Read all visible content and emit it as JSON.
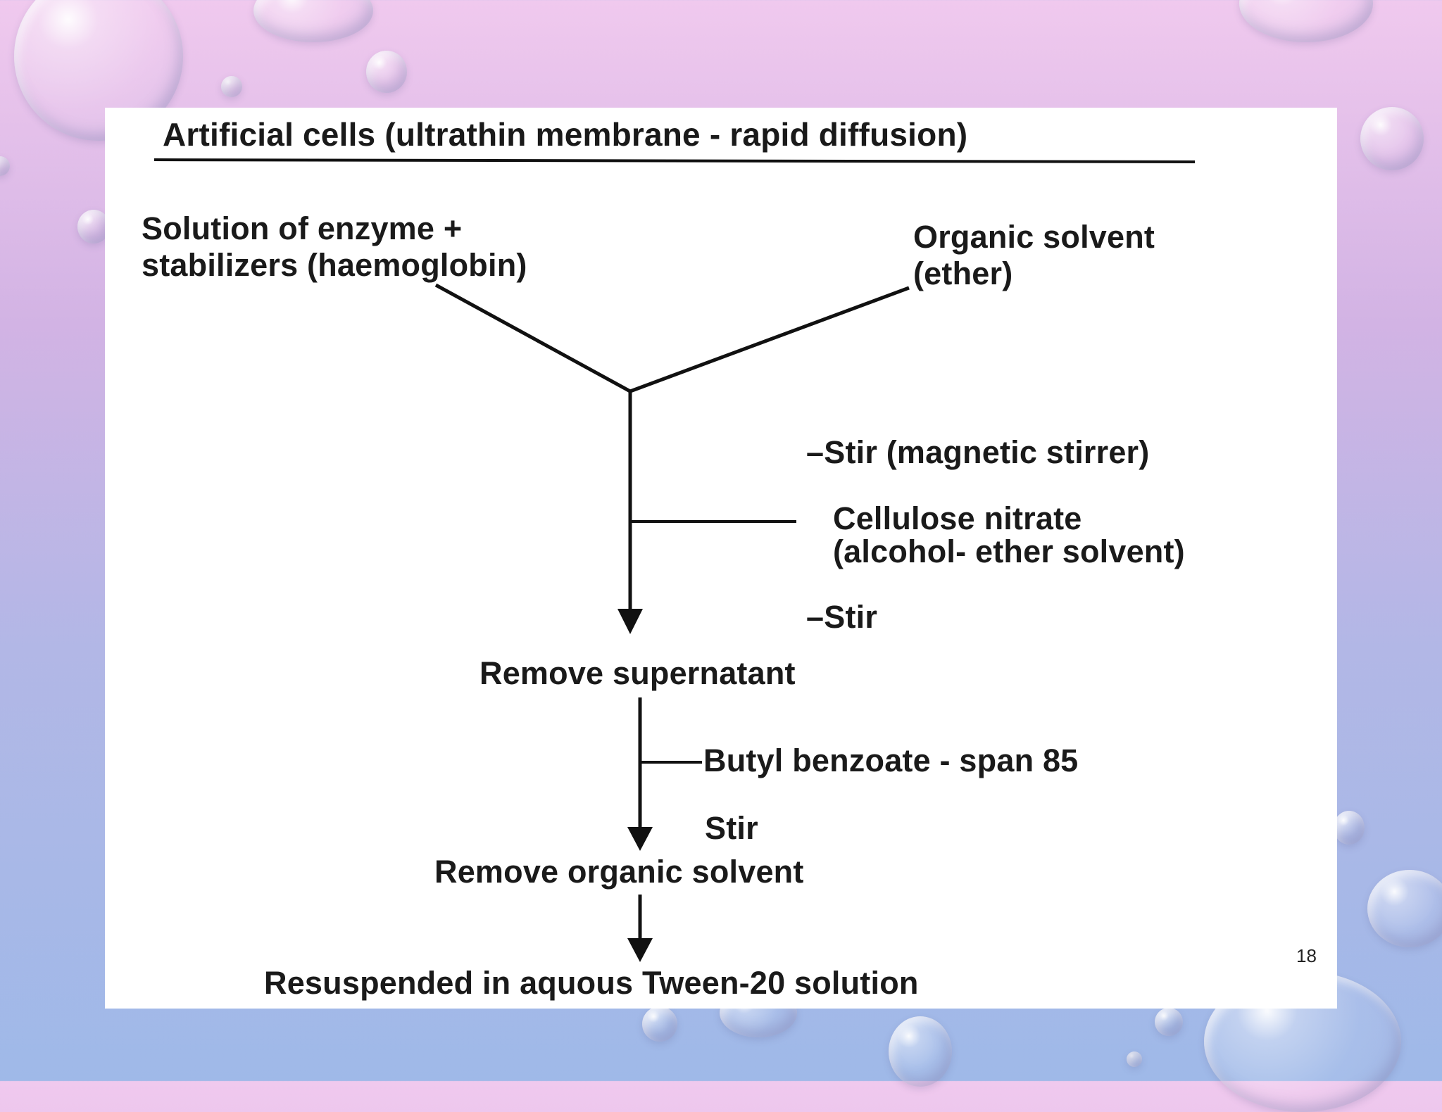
{
  "diagram": {
    "title": "Artificial cells (ultrathin membrane - rapid diffusion)",
    "inputs": {
      "left": {
        "line1": "Solution of enzyme +",
        "line2": "stabilizers (haemoglobin)"
      },
      "right": {
        "line1": "Organic solvent",
        "line2": "(ether)"
      }
    },
    "steps": {
      "stir_magnetic": "–Stir (magnetic stirrer)",
      "cellulose_line1": "Cellulose nitrate",
      "cellulose_line2": "(alcohol- ether solvent)",
      "stir2": "–Stir",
      "remove_supernatant": "Remove supernatant",
      "butyl": "Butyl benzoate - span 85",
      "stir3": "Stir",
      "remove_solvent": "Remove organic solvent",
      "resuspend": "Resuspended in aquous Tween-20 solution"
    }
  },
  "slide": {
    "page_number": "18"
  }
}
